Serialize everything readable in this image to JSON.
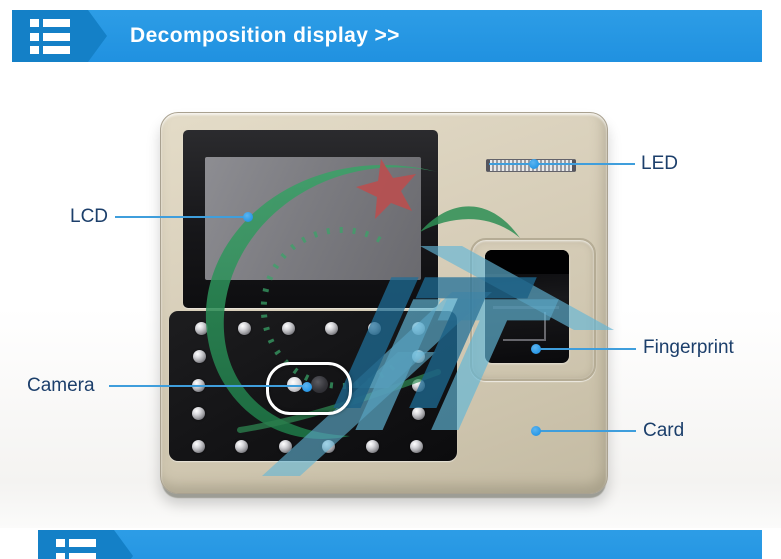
{
  "header": {
    "title": "Decomposition display >>"
  },
  "footer": {
    "note": "partial banner, clipped at page bottom"
  },
  "callouts": [
    {
      "id": "lcd",
      "label": "LCD",
      "side": "left"
    },
    {
      "id": "led",
      "label": "LED",
      "side": "right"
    },
    {
      "id": "camera",
      "label": "Camera",
      "side": "left"
    },
    {
      "id": "fingerprint",
      "label": "Fingerprint",
      "side": "right"
    },
    {
      "id": "card",
      "label": "Card",
      "side": "right"
    }
  ],
  "watermark": {
    "text": "IT"
  },
  "device": {
    "type": "face-and-fingerprint time attendance terminal",
    "parts": [
      "LCD",
      "LED",
      "Camera",
      "Fingerprint",
      "Card"
    ]
  },
  "colors": {
    "banner_light": "#2496e3",
    "banner_dark": "#1480c7",
    "banner_text": "#ffffff",
    "label_text": "#1c3f6b",
    "callout_line": "#3f9edc",
    "callout_dot": "#2f9ce8",
    "device_body": "#d6cdb7",
    "panel_black": "#141416",
    "watermark_green": "#2f8f55",
    "watermark_red": "#c14b4b",
    "watermark_blue_dark": "#1f6f99",
    "watermark_blue_light": "#62b6d7"
  }
}
